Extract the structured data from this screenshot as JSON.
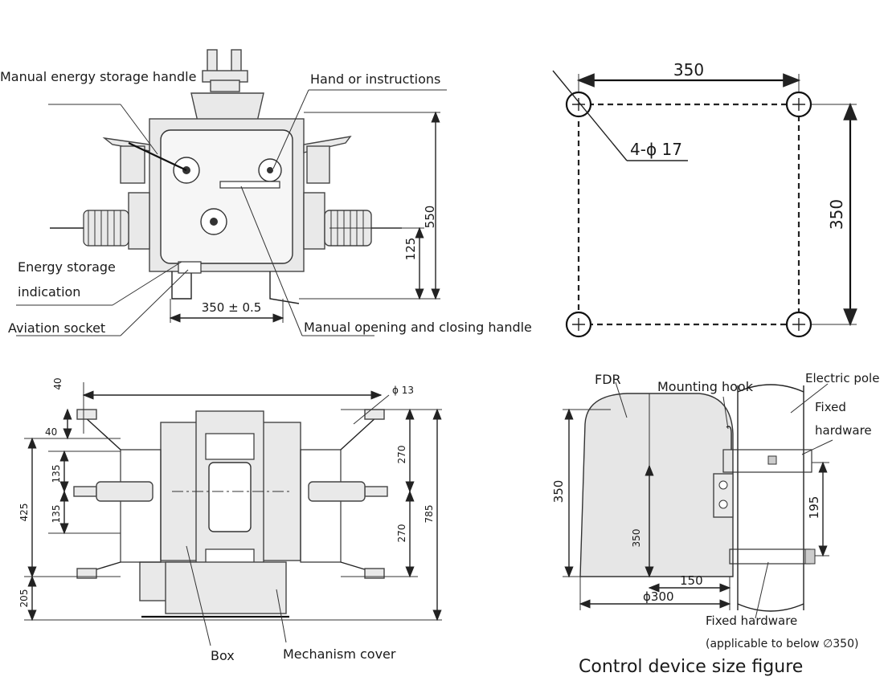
{
  "labels": {
    "manual_energy_storage_handle": "Manual energy storage handle",
    "hand_or_instructions": "Hand or instructions",
    "energy_storage_indication_1": "Energy storage",
    "energy_storage_indication_2": "indication",
    "aviation_socket": "Aviation socket",
    "manual_opening_closing_handle": "Manual opening and closing handle",
    "box": "Box",
    "mechanism_cover": "Mechanism cover",
    "fdr": "FDR",
    "mounting_hook": "Mounting hook",
    "electric_pole": "Electric pole",
    "fixed_hardware_top_1": "Fixed",
    "fixed_hardware_top_2": "hardware",
    "fixed_hardware_bottom": "Fixed hardware",
    "applicable_note": "(applicable to below ∅350)",
    "caption": "Control device size figure"
  },
  "front_view": {
    "dim_height": "550",
    "dim_125": "125",
    "dim_width": "350 ± 0.5"
  },
  "hole_pattern": {
    "dim_horizontal": "350",
    "dim_vertical": "350",
    "holes": "4-ϕ 17"
  },
  "top_view": {
    "dim_40_top": "40",
    "dim_40_left": "40",
    "dim_hole": "ϕ 13",
    "dim_135_upper": "135",
    "dim_135_lower": "135",
    "dim_425": "425",
    "dim_205": "205",
    "dim_270_upper": "270",
    "dim_270_lower": "270",
    "dim_785": "785"
  },
  "control_device": {
    "dim_350_outer": "350",
    "dim_350_inner": "350",
    "dim_150": "150",
    "dim_300": "ϕ300",
    "dim_195": "195"
  }
}
